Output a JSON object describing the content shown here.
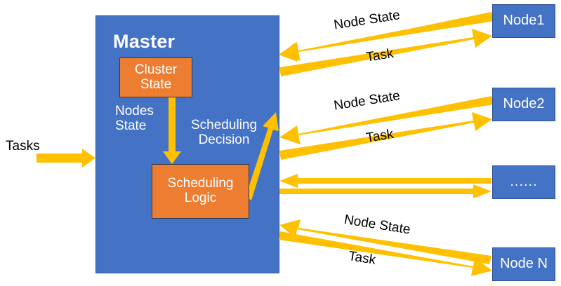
{
  "diagram": {
    "title_visible": false,
    "colors": {
      "master_fill": "#4472C4",
      "node_fill": "#4472C4",
      "component_fill": "#ED7D31",
      "arrow": "#FFC000",
      "box_border": "#2E528F",
      "text_on_fill": "#FFFFFF",
      "label_text": "#000000",
      "background": "#FFFFFF"
    },
    "master": {
      "title": "Master",
      "components": [
        {
          "id": "cluster-state",
          "label": "Cluster\nState"
        },
        {
          "id": "scheduling-logic",
          "label": "Scheduling\nLogic"
        }
      ],
      "internal_flow_labels": [
        {
          "id": "nodes-state",
          "label": "Nodes\nState"
        },
        {
          "id": "scheduling-decision",
          "label": "Scheduling\nDecision"
        }
      ]
    },
    "input": {
      "label": "Tasks"
    },
    "nodes": [
      {
        "id": "node-1",
        "label": "Node1",
        "inbound_label": "Node State",
        "outbound_label": "Task"
      },
      {
        "id": "node-2",
        "label": "Node2",
        "inbound_label": "Node State",
        "outbound_label": "Task"
      },
      {
        "id": "node-dots",
        "label": "......",
        "inbound_label": "",
        "outbound_label": ""
      },
      {
        "id": "node-n",
        "label": "Node N",
        "inbound_label": "Node State",
        "outbound_label": "Task"
      }
    ]
  }
}
